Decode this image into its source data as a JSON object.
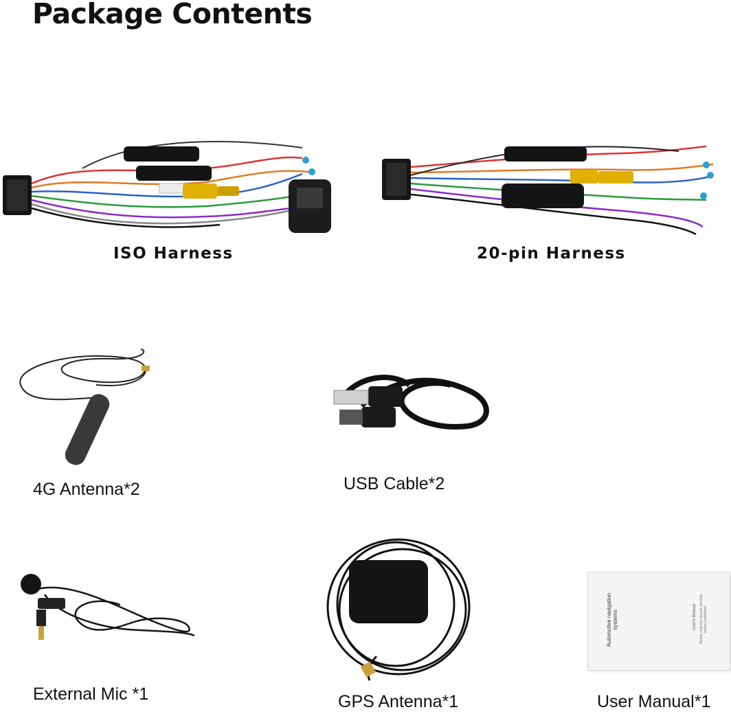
{
  "header": {
    "title": "Package Contents"
  },
  "items": [
    {
      "id": "iso-harness",
      "label": "ISO Harness",
      "icon": "iso-harness-image"
    },
    {
      "id": "20pin-harness",
      "label": "20-pin Harness",
      "icon": "20pin-harness-image"
    },
    {
      "id": "4g-antenna",
      "label": "4G Antenna*2",
      "icon": "4g-antenna-image"
    },
    {
      "id": "usb-cable",
      "label": "USB Cable*2",
      "icon": "usb-cable-image"
    },
    {
      "id": "external-mic",
      "label": "External Mic *1",
      "icon": "external-mic-image"
    },
    {
      "id": "gps-antenna",
      "label": "GPS Antenna*1",
      "icon": "gps-antenna-image"
    },
    {
      "id": "user-manual",
      "label": "User Manual*1",
      "icon": "user-manual-image"
    }
  ],
  "manual": {
    "title": "Automotive navigation systems",
    "spine_title": "User's Manual",
    "spine_note": "Please read the manual carefully before installation"
  },
  "colors": {
    "background": "#ffffff",
    "text": "#111111",
    "cable": "#1a1a1a",
    "rca_yellow": "#e0b100"
  }
}
